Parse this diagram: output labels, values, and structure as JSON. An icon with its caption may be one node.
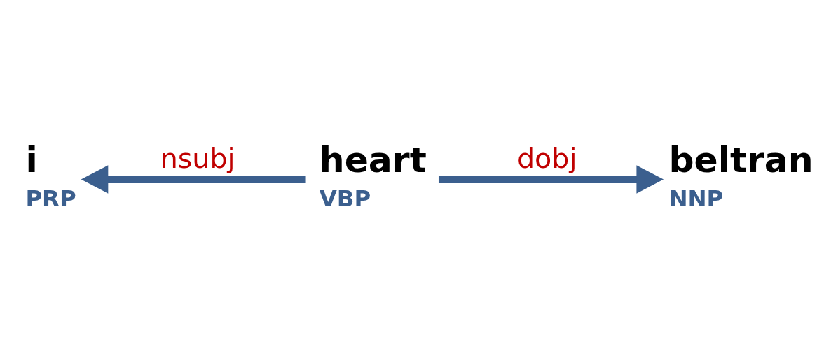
{
  "diagram": {
    "nodes": [
      {
        "text": [
          "i",
          "PRP"
        ]
      },
      {
        "text": [
          "heart",
          "VBP"
        ]
      },
      {
        "text": [
          "beltran",
          "NNP"
        ]
      }
    ],
    "edges": [
      {
        "from": 1,
        "to": 2,
        "arrow": "to",
        "label": "dobj"
      },
      {
        "from": 1,
        "to": 0,
        "arrow": "to",
        "label": "nsubj"
      }
    ]
  }
}
